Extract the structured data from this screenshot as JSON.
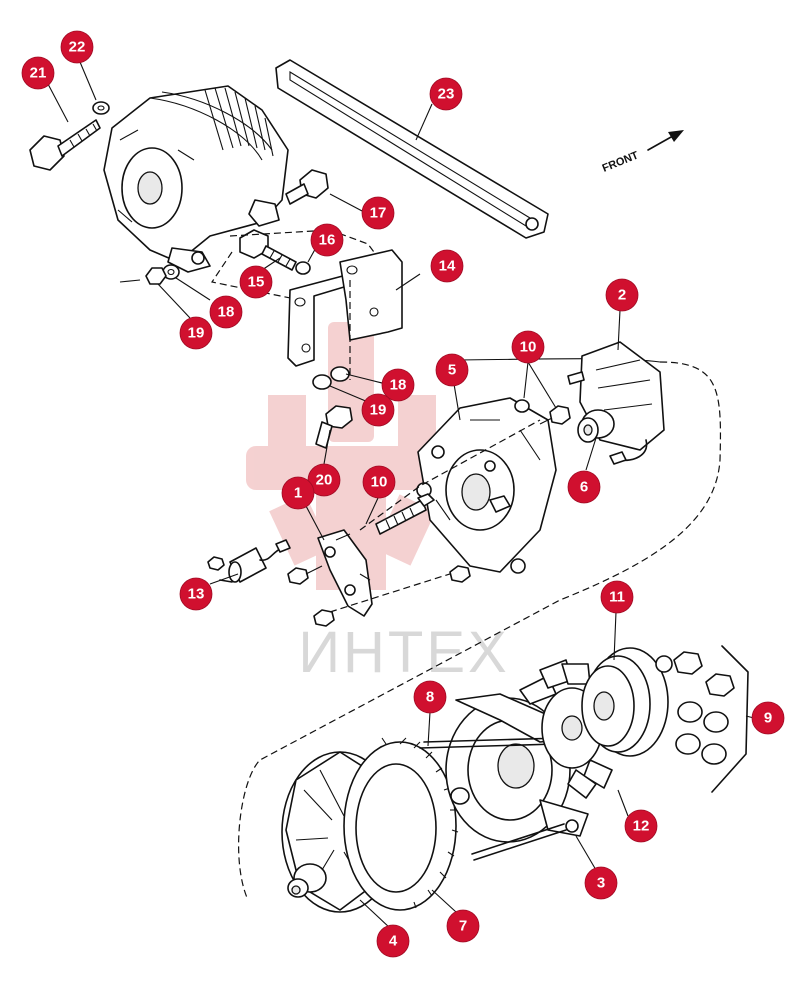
{
  "watermark": {
    "text": "ИНТЕХ",
    "logo_color": "#f3c9c9",
    "text_color": "#d8d8d8"
  },
  "direction_label": "FRONT",
  "callout_color": "#d0102f",
  "callouts": [
    "1",
    "2",
    "3",
    "4",
    "5",
    "6",
    "7",
    "8",
    "9",
    "10",
    "10",
    "11",
    "12",
    "13",
    "14",
    "15",
    "16",
    "17",
    "18",
    "18",
    "19",
    "19",
    "20",
    "21",
    "22",
    "23"
  ]
}
